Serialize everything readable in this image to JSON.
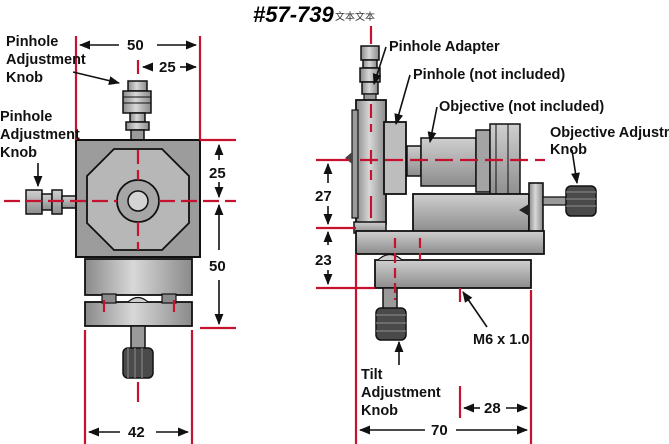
{
  "title": "#57-739",
  "watermark": "文本文本",
  "colors": {
    "red": "#c4122f",
    "steel_dark": "#7b7b7b",
    "steel_mid": "#a9a9a9",
    "steel_light": "#d0d0d0",
    "outline": "#111111"
  },
  "labels": {
    "pinhole_knob_top": [
      "Pinhole",
      "Adjustment",
      "Knob"
    ],
    "pinhole_knob_side": [
      "Pinhole",
      "Adjustment",
      "Knob"
    ],
    "pinhole_adapter": "Pinhole Adapter",
    "pinhole": "Pinhole (not included)",
    "objective": "Objective (not included)",
    "objective_knob": [
      "Objective Adjustment",
      "Knob"
    ],
    "tilt_knob": [
      "Tilt",
      "Adjustment",
      "Knob"
    ],
    "mount_thread": "M6 x 1.0"
  },
  "dimensions": {
    "front_width": "50",
    "front_half_width": "25",
    "front_upper_height": "25",
    "front_lower_height": "50",
    "front_base_width": "42",
    "side_upper_height": "27",
    "side_lower_height": "23",
    "side_total_length": "70",
    "side_mount_offset": "28"
  }
}
